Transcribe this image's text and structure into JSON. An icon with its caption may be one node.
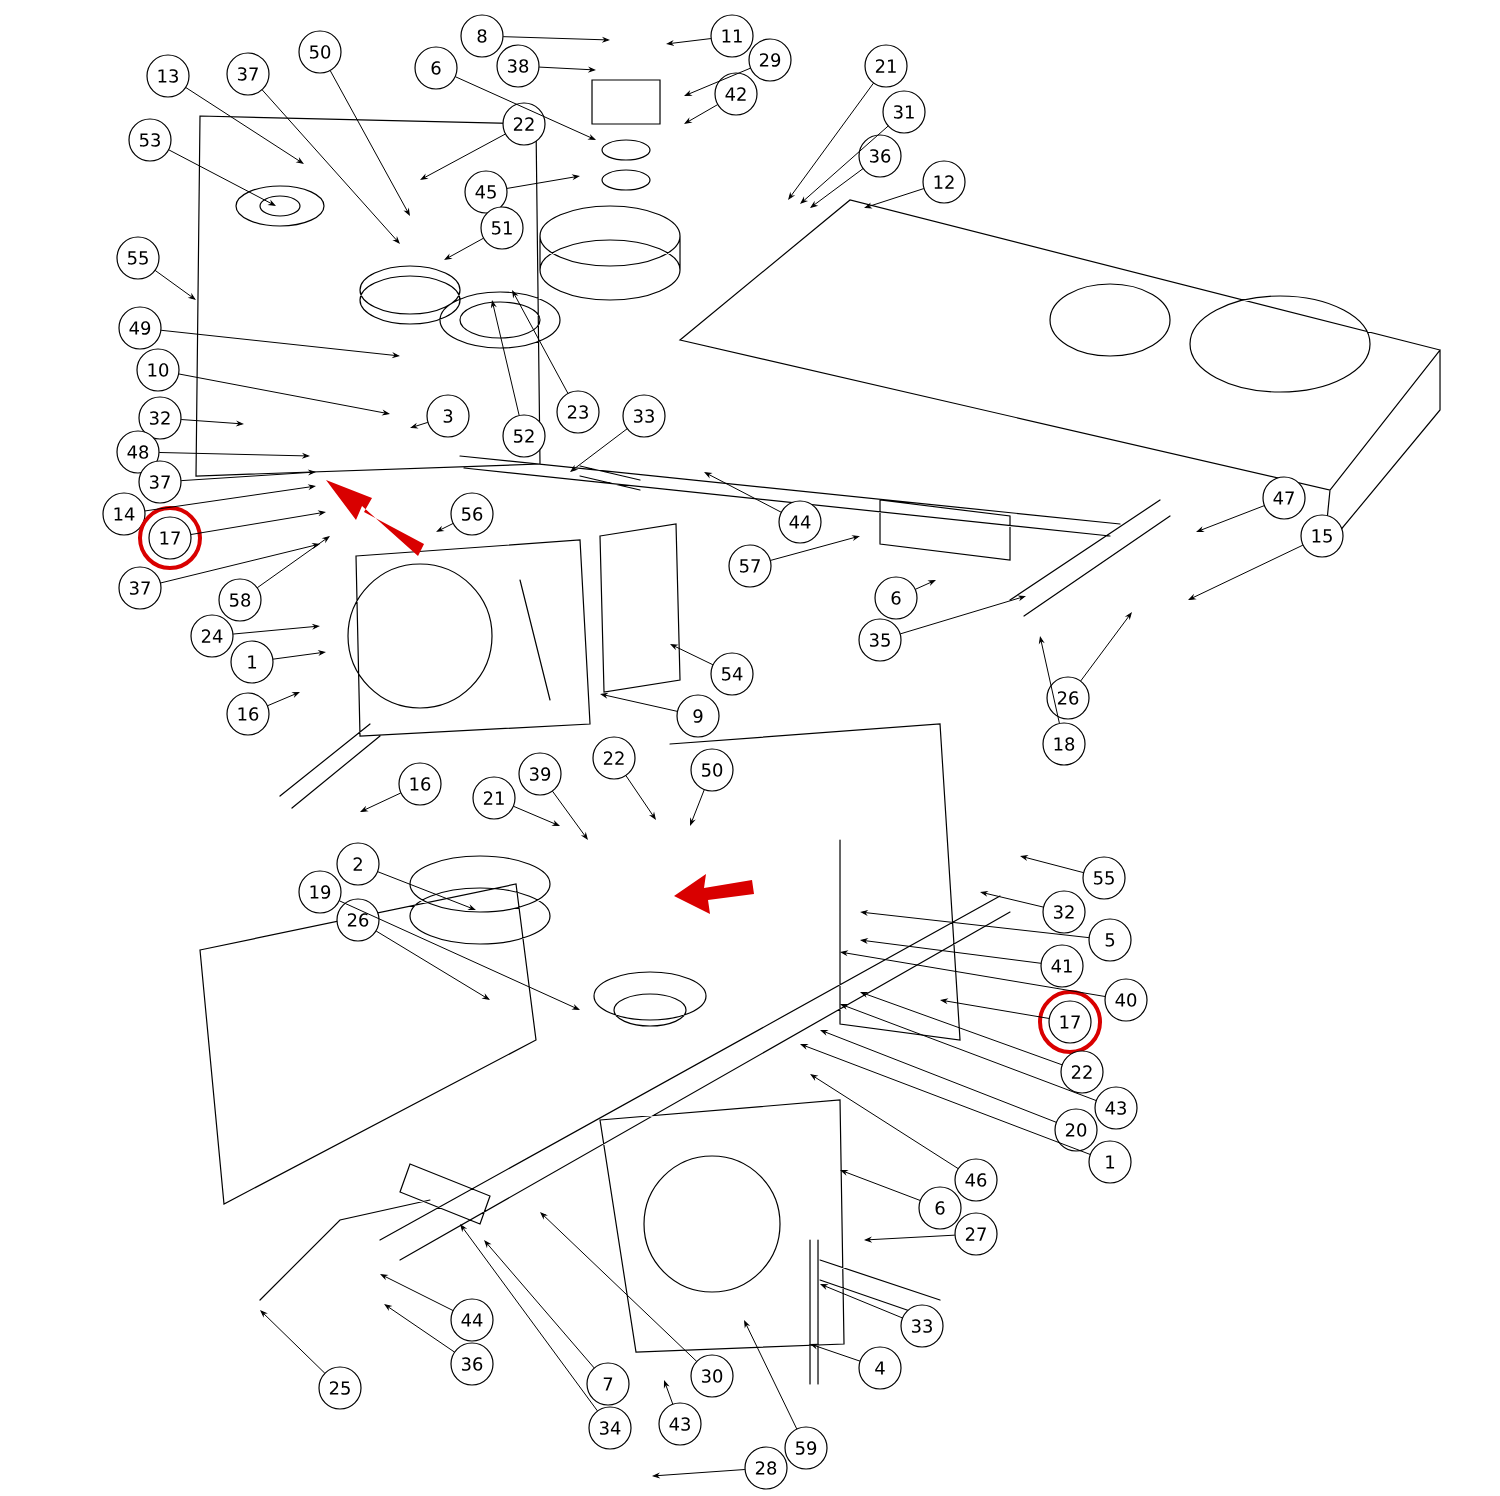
{
  "diagram": {
    "nodes": [
      {
        "text": [
          "8"
        ]
      },
      {
        "text": [
          "11"
        ]
      },
      {
        "text": [
          "38"
        ]
      },
      {
        "text": [
          "29"
        ]
      },
      {
        "text": [
          "6"
        ]
      },
      {
        "text": [
          "42"
        ]
      },
      {
        "text": [
          "37"
        ]
      },
      {
        "text": [
          "50"
        ]
      },
      {
        "text": [
          "13"
        ]
      },
      {
        "text": [
          "22"
        ]
      },
      {
        "text": [
          "53"
        ]
      },
      {
        "text": [
          "45"
        ]
      },
      {
        "text": [
          "51"
        ]
      },
      {
        "text": [
          "55"
        ]
      },
      {
        "text": [
          "49"
        ]
      },
      {
        "text": [
          "10"
        ]
      },
      {
        "text": [
          "32"
        ]
      },
      {
        "text": [
          "3"
        ]
      },
      {
        "text": [
          "52"
        ]
      },
      {
        "text": [
          "23"
        ]
      },
      {
        "text": [
          "33"
        ]
      },
      {
        "text": [
          "48"
        ]
      },
      {
        "text": [
          "37"
        ]
      },
      {
        "text": [
          "14"
        ]
      },
      {
        "text": [
          "17"
        ]
      },
      {
        "text": [
          "37"
        ]
      },
      {
        "text": [
          "56"
        ]
      },
      {
        "text": [
          "58"
        ]
      },
      {
        "text": [
          "24"
        ]
      },
      {
        "text": [
          "1"
        ]
      },
      {
        "text": [
          "16"
        ]
      },
      {
        "text": [
          "54"
        ]
      },
      {
        "text": [
          "9"
        ]
      },
      {
        "text": [
          "21"
        ]
      },
      {
        "text": [
          "31"
        ]
      },
      {
        "text": [
          "36"
        ]
      },
      {
        "text": [
          "12"
        ]
      },
      {
        "text": [
          "44"
        ]
      },
      {
        "text": [
          "57"
        ]
      },
      {
        "text": [
          "6"
        ]
      },
      {
        "text": [
          "35"
        ]
      },
      {
        "text": [
          "47"
        ]
      },
      {
        "text": [
          "15"
        ]
      },
      {
        "text": [
          "26"
        ]
      },
      {
        "text": [
          "18"
        ]
      },
      {
        "text": [
          "16"
        ]
      },
      {
        "text": [
          "39"
        ]
      },
      {
        "text": [
          "21"
        ]
      },
      {
        "text": [
          "22"
        ]
      },
      {
        "text": [
          "50"
        ]
      },
      {
        "text": [
          "2"
        ]
      },
      {
        "text": [
          "19"
        ]
      },
      {
        "text": [
          "26"
        ]
      },
      {
        "text": [
          "44"
        ]
      },
      {
        "text": [
          "36"
        ]
      },
      {
        "text": [
          "25"
        ]
      },
      {
        "text": [
          "7"
        ]
      },
      {
        "text": [
          "30"
        ]
      },
      {
        "text": [
          "34"
        ]
      },
      {
        "text": [
          "43"
        ]
      },
      {
        "text": [
          "28"
        ]
      },
      {
        "text": [
          "59"
        ]
      },
      {
        "text": [
          "55"
        ]
      },
      {
        "text": [
          "32"
        ]
      },
      {
        "text": [
          "5"
        ]
      },
      {
        "text": [
          "41"
        ]
      },
      {
        "text": [
          "40"
        ]
      },
      {
        "text": [
          "17"
        ]
      },
      {
        "text": [
          "22"
        ]
      },
      {
        "text": [
          "43"
        ]
      },
      {
        "text": [
          "20"
        ]
      },
      {
        "text": [
          "1"
        ]
      },
      {
        "text": [
          "46"
        ]
      },
      {
        "text": [
          "6"
        ]
      },
      {
        "text": [
          "27"
        ]
      },
      {
        "text": [
          "33"
        ]
      },
      {
        "text": [
          "4"
        ]
      }
    ],
    "edges": [
      {
        "from": 0,
        "to": null,
        "arrow": "to"
      },
      {
        "from": 1,
        "to": null,
        "arrow": "to"
      },
      {
        "from": 2,
        "to": null,
        "arrow": "to"
      },
      {
        "from": 3,
        "to": null,
        "arrow": "to"
      },
      {
        "from": 4,
        "to": null,
        "arrow": "to"
      },
      {
        "from": 5,
        "to": null,
        "arrow": "to"
      },
      {
        "from": 6,
        "to": null,
        "arrow": "to"
      },
      {
        "from": 7,
        "to": null,
        "arrow": "to"
      },
      {
        "from": 8,
        "to": null,
        "arrow": "to"
      },
      {
        "from": 9,
        "to": null,
        "arrow": "to"
      },
      {
        "from": 10,
        "to": null,
        "arrow": "to"
      },
      {
        "from": 11,
        "to": null,
        "arrow": "to"
      },
      {
        "from": 12,
        "to": null,
        "arrow": "to"
      },
      {
        "from": 13,
        "to": null,
        "arrow": "to"
      },
      {
        "from": 14,
        "to": null,
        "arrow": "to"
      },
      {
        "from": 15,
        "to": null,
        "arrow": "to"
      },
      {
        "from": 16,
        "to": null,
        "arrow": "to"
      },
      {
        "from": 17,
        "to": null,
        "arrow": "to"
      },
      {
        "from": 18,
        "to": null,
        "arrow": "to"
      },
      {
        "from": 19,
        "to": null,
        "arrow": "to"
      },
      {
        "from": 20,
        "to": null,
        "arrow": "to"
      },
      {
        "from": 21,
        "to": null,
        "arrow": "to"
      },
      {
        "from": 22,
        "to": null,
        "arrow": "to"
      },
      {
        "from": 23,
        "to": null,
        "arrow": "to"
      },
      {
        "from": 24,
        "to": null,
        "arrow": "to"
      },
      {
        "from": 25,
        "to": null,
        "arrow": "to"
      },
      {
        "from": 26,
        "to": null,
        "arrow": "to"
      },
      {
        "from": 27,
        "to": null,
        "arrow": "to"
      },
      {
        "from": 28,
        "to": null,
        "arrow": "to"
      },
      {
        "from": 29,
        "to": null,
        "arrow": "to"
      },
      {
        "from": 30,
        "to": null,
        "arrow": "to"
      },
      {
        "from": 31,
        "to": null,
        "arrow": "to"
      },
      {
        "from": 32,
        "to": null,
        "arrow": "to"
      },
      {
        "from": 33,
        "to": null,
        "arrow": "to"
      },
      {
        "from": 34,
        "to": null,
        "arrow": "to"
      },
      {
        "from": 35,
        "to": null,
        "arrow": "to"
      },
      {
        "from": 36,
        "to": null,
        "arrow": "to"
      },
      {
        "from": 37,
        "to": null,
        "arrow": "to"
      },
      {
        "from": 38,
        "to": null,
        "arrow": "to"
      },
      {
        "from": 39,
        "to": null,
        "arrow": "to"
      },
      {
        "from": 40,
        "to": null,
        "arrow": "to"
      },
      {
        "from": 41,
        "to": null,
        "arrow": "to"
      },
      {
        "from": 42,
        "to": null,
        "arrow": "to"
      },
      {
        "from": 43,
        "to": null,
        "arrow": "to"
      },
      {
        "from": 44,
        "to": null,
        "arrow": "to"
      },
      {
        "from": 45,
        "to": null,
        "arrow": "to"
      },
      {
        "from": 46,
        "to": null,
        "arrow": "to"
      },
      {
        "from": 47,
        "to": null,
        "arrow": "to"
      },
      {
        "from": 48,
        "to": null,
        "arrow": "to"
      },
      {
        "from": 49,
        "to": null,
        "arrow": "to"
      },
      {
        "from": 50,
        "to": null,
        "arrow": "to"
      },
      {
        "from": 51,
        "to": null,
        "arrow": "to"
      },
      {
        "from": 52,
        "to": null,
        "arrow": "to"
      },
      {
        "from": 53,
        "to": null,
        "arrow": "to"
      },
      {
        "from": 54,
        "to": null,
        "arrow": "to"
      },
      {
        "from": 55,
        "to": null,
        "arrow": "to"
      },
      {
        "from": 56,
        "to": null,
        "arrow": "to"
      },
      {
        "from": 57,
        "to": null,
        "arrow": "to"
      },
      {
        "from": 58,
        "to": null,
        "arrow": "to"
      },
      {
        "from": 59,
        "to": null,
        "arrow": "to"
      },
      {
        "from": 60,
        "to": null,
        "arrow": "to"
      },
      {
        "from": 61,
        "to": null,
        "arrow": "to"
      },
      {
        "from": 62,
        "to": null,
        "arrow": "to"
      },
      {
        "from": 63,
        "to": null,
        "arrow": "to"
      },
      {
        "from": 64,
        "to": null,
        "arrow": "to"
      },
      {
        "from": 65,
        "to": null,
        "arrow": "to"
      },
      {
        "from": 66,
        "to": null,
        "arrow": "to"
      },
      {
        "from": 67,
        "to": null,
        "arrow": "to"
      },
      {
        "from": 68,
        "to": null,
        "arrow": "to"
      },
      {
        "from": 69,
        "to": null,
        "arrow": "to"
      },
      {
        "from": 70,
        "to": null,
        "arrow": "to"
      },
      {
        "from": 71,
        "to": null,
        "arrow": "to"
      },
      {
        "from": 72,
        "to": null,
        "arrow": "to"
      },
      {
        "from": 73,
        "to": null,
        "arrow": "to"
      },
      {
        "from": 74,
        "to": null,
        "arrow": "to"
      },
      {
        "from": 75,
        "to": null,
        "arrow": "to"
      },
      {
        "from": 76,
        "to": null,
        "arrow": "to"
      }
    ]
  }
}
